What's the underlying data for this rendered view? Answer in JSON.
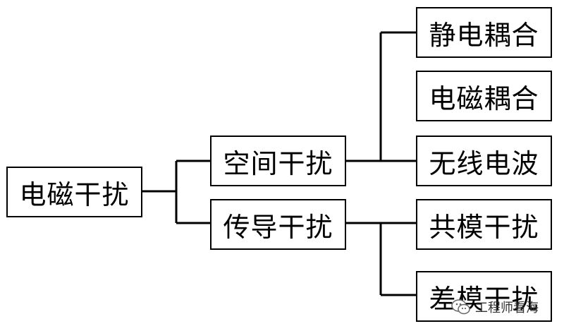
{
  "root": {
    "label": "电磁干扰"
  },
  "categories": [
    {
      "label": "空间干扰",
      "children": [
        "静电耦合",
        "电磁耦合",
        "无线电波"
      ]
    },
    {
      "label": "传导干扰",
      "children": [
        "共模干扰",
        "差模干扰"
      ]
    }
  ],
  "watermark": {
    "text": "工程师看海",
    "icon": "wechat-icon"
  }
}
